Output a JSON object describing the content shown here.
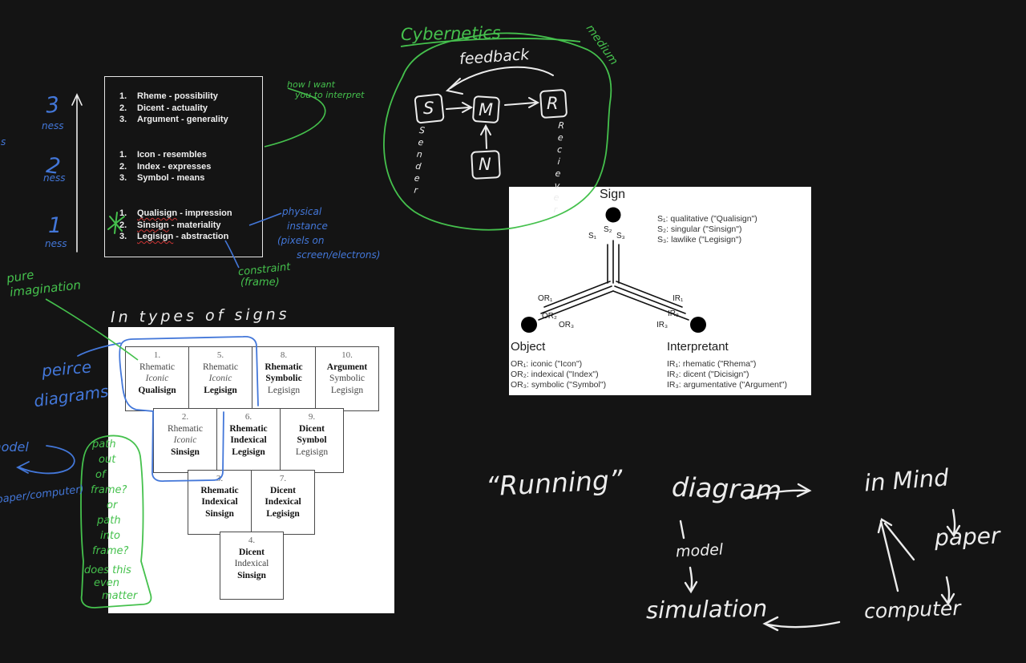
{
  "colors": {
    "background": "#141414",
    "green_ink": "#45c14d",
    "blue_ink": "#4377d9",
    "white_ink": "#ececec",
    "red_squiggle": "#cc3333"
  },
  "axis": {
    "labels": [
      {
        "num": "3",
        "word": "ness"
      },
      {
        "num": "2",
        "word": "ness"
      },
      {
        "num": "1",
        "word": "ness"
      }
    ],
    "stray": "s"
  },
  "tri_box": {
    "lists": [
      {
        "items": [
          {
            "n": "1.",
            "term": "Rheme",
            "rest": "- possibility"
          },
          {
            "n": "2.",
            "term": "Dicent",
            "rest": "- actuality"
          },
          {
            "n": "3.",
            "term": "Argument",
            "rest": "- generality"
          }
        ]
      },
      {
        "items": [
          {
            "n": "1.",
            "term": "Icon",
            "rest": "- resembles"
          },
          {
            "n": "2.",
            "term": "Index",
            "rest": "- expresses"
          },
          {
            "n": "3.",
            "term": "Symbol",
            "rest": "- means"
          }
        ]
      },
      {
        "items": [
          {
            "n": "1.",
            "term": "Qualisign",
            "rest": "- impression"
          },
          {
            "n": "2.",
            "term": "Sinsign",
            "rest": "- materiality"
          },
          {
            "n": "3.",
            "term": "Legisign",
            "rest": "- abstraction"
          }
        ]
      }
    ]
  },
  "green_notes": {
    "interpret_l1": "how I want",
    "interpret_l2": "you to interpret",
    "cybernetics": "Cybernetics",
    "medium": "medium",
    "pure_l1": "pure",
    "pure_l2": "imagination",
    "constraint_l1": "constraint",
    "constraint_l2": "(frame)",
    "path_lines": [
      "path",
      "out",
      "of",
      "frame?",
      "or",
      "path",
      "into",
      "frame?"
    ],
    "matter_lines": [
      "does this",
      "even",
      "matter"
    ]
  },
  "blue_notes": {
    "physical_lines": [
      "physical",
      "instance",
      "(pixels on",
      "screen/electrons)"
    ],
    "peirce_l1": "peirce",
    "peirce_l2": "diagrams",
    "model_edge": "model",
    "paper_computer": "(paper/computer)",
    "stray_s": "s"
  },
  "cyber": {
    "feedback": "feedback",
    "sender": "Sender",
    "receiver": "Reciever",
    "box_s": "S",
    "box_m": "M",
    "box_r": "R",
    "box_n": "N"
  },
  "sign_panel": {
    "title": "Sign",
    "object": "Object",
    "interpretant": "Interpretant",
    "s_labels": [
      "S₁",
      "S₂",
      "S₃"
    ],
    "or_labels": [
      "OR₁",
      "OR₂",
      "OR₃"
    ],
    "ir_labels": [
      "IR₁",
      "IR₂",
      "IR₃"
    ],
    "s_legend": [
      "S₁: qualitative (\"Qualisign\")",
      "S₂: singular (\"Sinsign\")",
      "S₃: lawlike (\"Legisign\")"
    ],
    "or_legend": [
      "OR₁: iconic (\"Icon\")",
      "OR₂: indexical (\"Index\")",
      "OR₃: symbolic (\"Symbol\")"
    ],
    "ir_legend": [
      "IR₁: rhematic (\"Rhema\")",
      "IR₂: dicent (\"Dicisign\")",
      "IR₃: argumentative (\"Argument\")"
    ]
  },
  "types_title": "In types of signs",
  "sign_table": {
    "cells": [
      {
        "num": "1.",
        "l1": "Rhematic",
        "l2": "Iconic",
        "l3": "Qualisign"
      },
      {
        "num": "5.",
        "l1": "Rhematic",
        "l2": "Iconic",
        "l3": "Legisign"
      },
      {
        "num": "8.",
        "l1": "Rhematic",
        "l2": "Symbolic",
        "l3": "Legisign"
      },
      {
        "num": "10.",
        "l1": "Argument",
        "l2": "Symbolic",
        "l3": "Legisign"
      },
      {
        "num": "2.",
        "l1": "Rhematic",
        "l2": "Iconic",
        "l3": "Sinsign"
      },
      {
        "num": "6.",
        "l1": "Rhematic",
        "l2": "Indexical",
        "l3": "Legisign"
      },
      {
        "num": "9.",
        "l1": "Dicent",
        "l2": "Symbol",
        "l3": "Legisign"
      },
      {
        "num": "3.",
        "l1": "Rhematic",
        "l2": "Indexical",
        "l3": "Sinsign"
      },
      {
        "num": "7.",
        "l1": "Dicent",
        "l2": "Indexical",
        "l3": "Legisign"
      },
      {
        "num": "4.",
        "l1": "Dicent",
        "l2": "Indexical",
        "l3": "Sinsign"
      }
    ]
  },
  "flow": {
    "running": "“Running”",
    "diagram": "diagram",
    "in_mind": "in Mind",
    "model": "model",
    "paper": "paper",
    "simulation": "simulation",
    "computer": "computer"
  }
}
